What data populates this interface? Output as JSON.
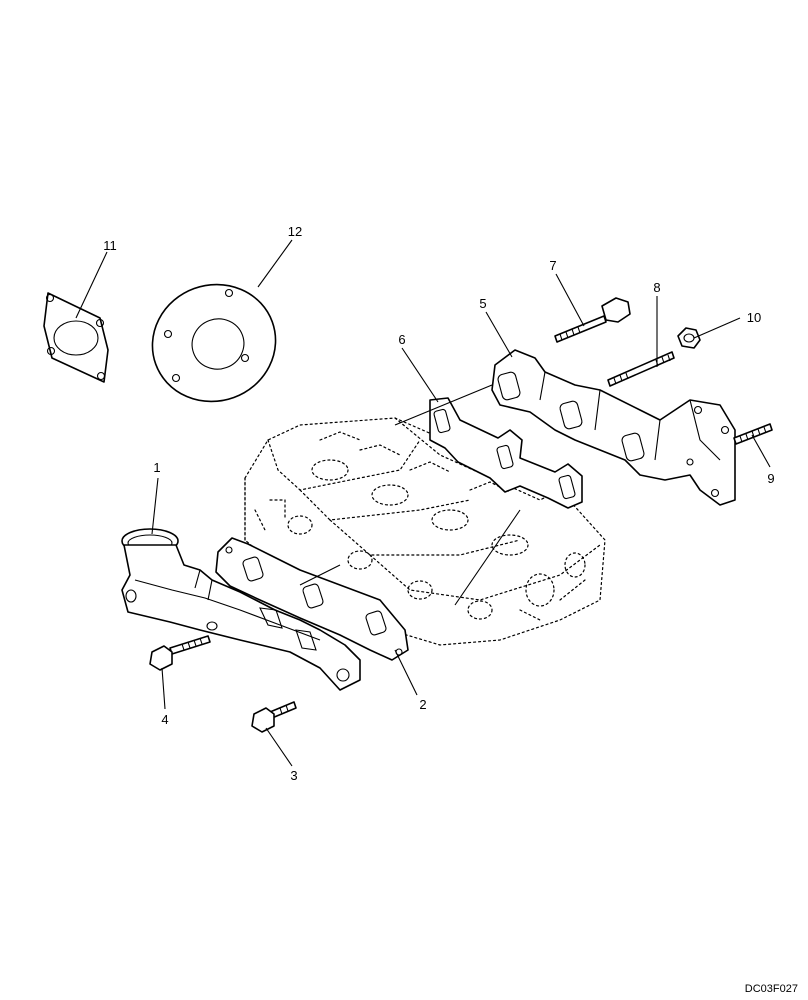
{
  "callouts": {
    "c1": "1",
    "c2": "2",
    "c3": "3",
    "c4": "4",
    "c5": "5",
    "c6": "6",
    "c7": "7",
    "c8": "8",
    "c9": "9",
    "c10": "10",
    "c11": "11",
    "c12": "12"
  },
  "figure_code": "DC03F027"
}
